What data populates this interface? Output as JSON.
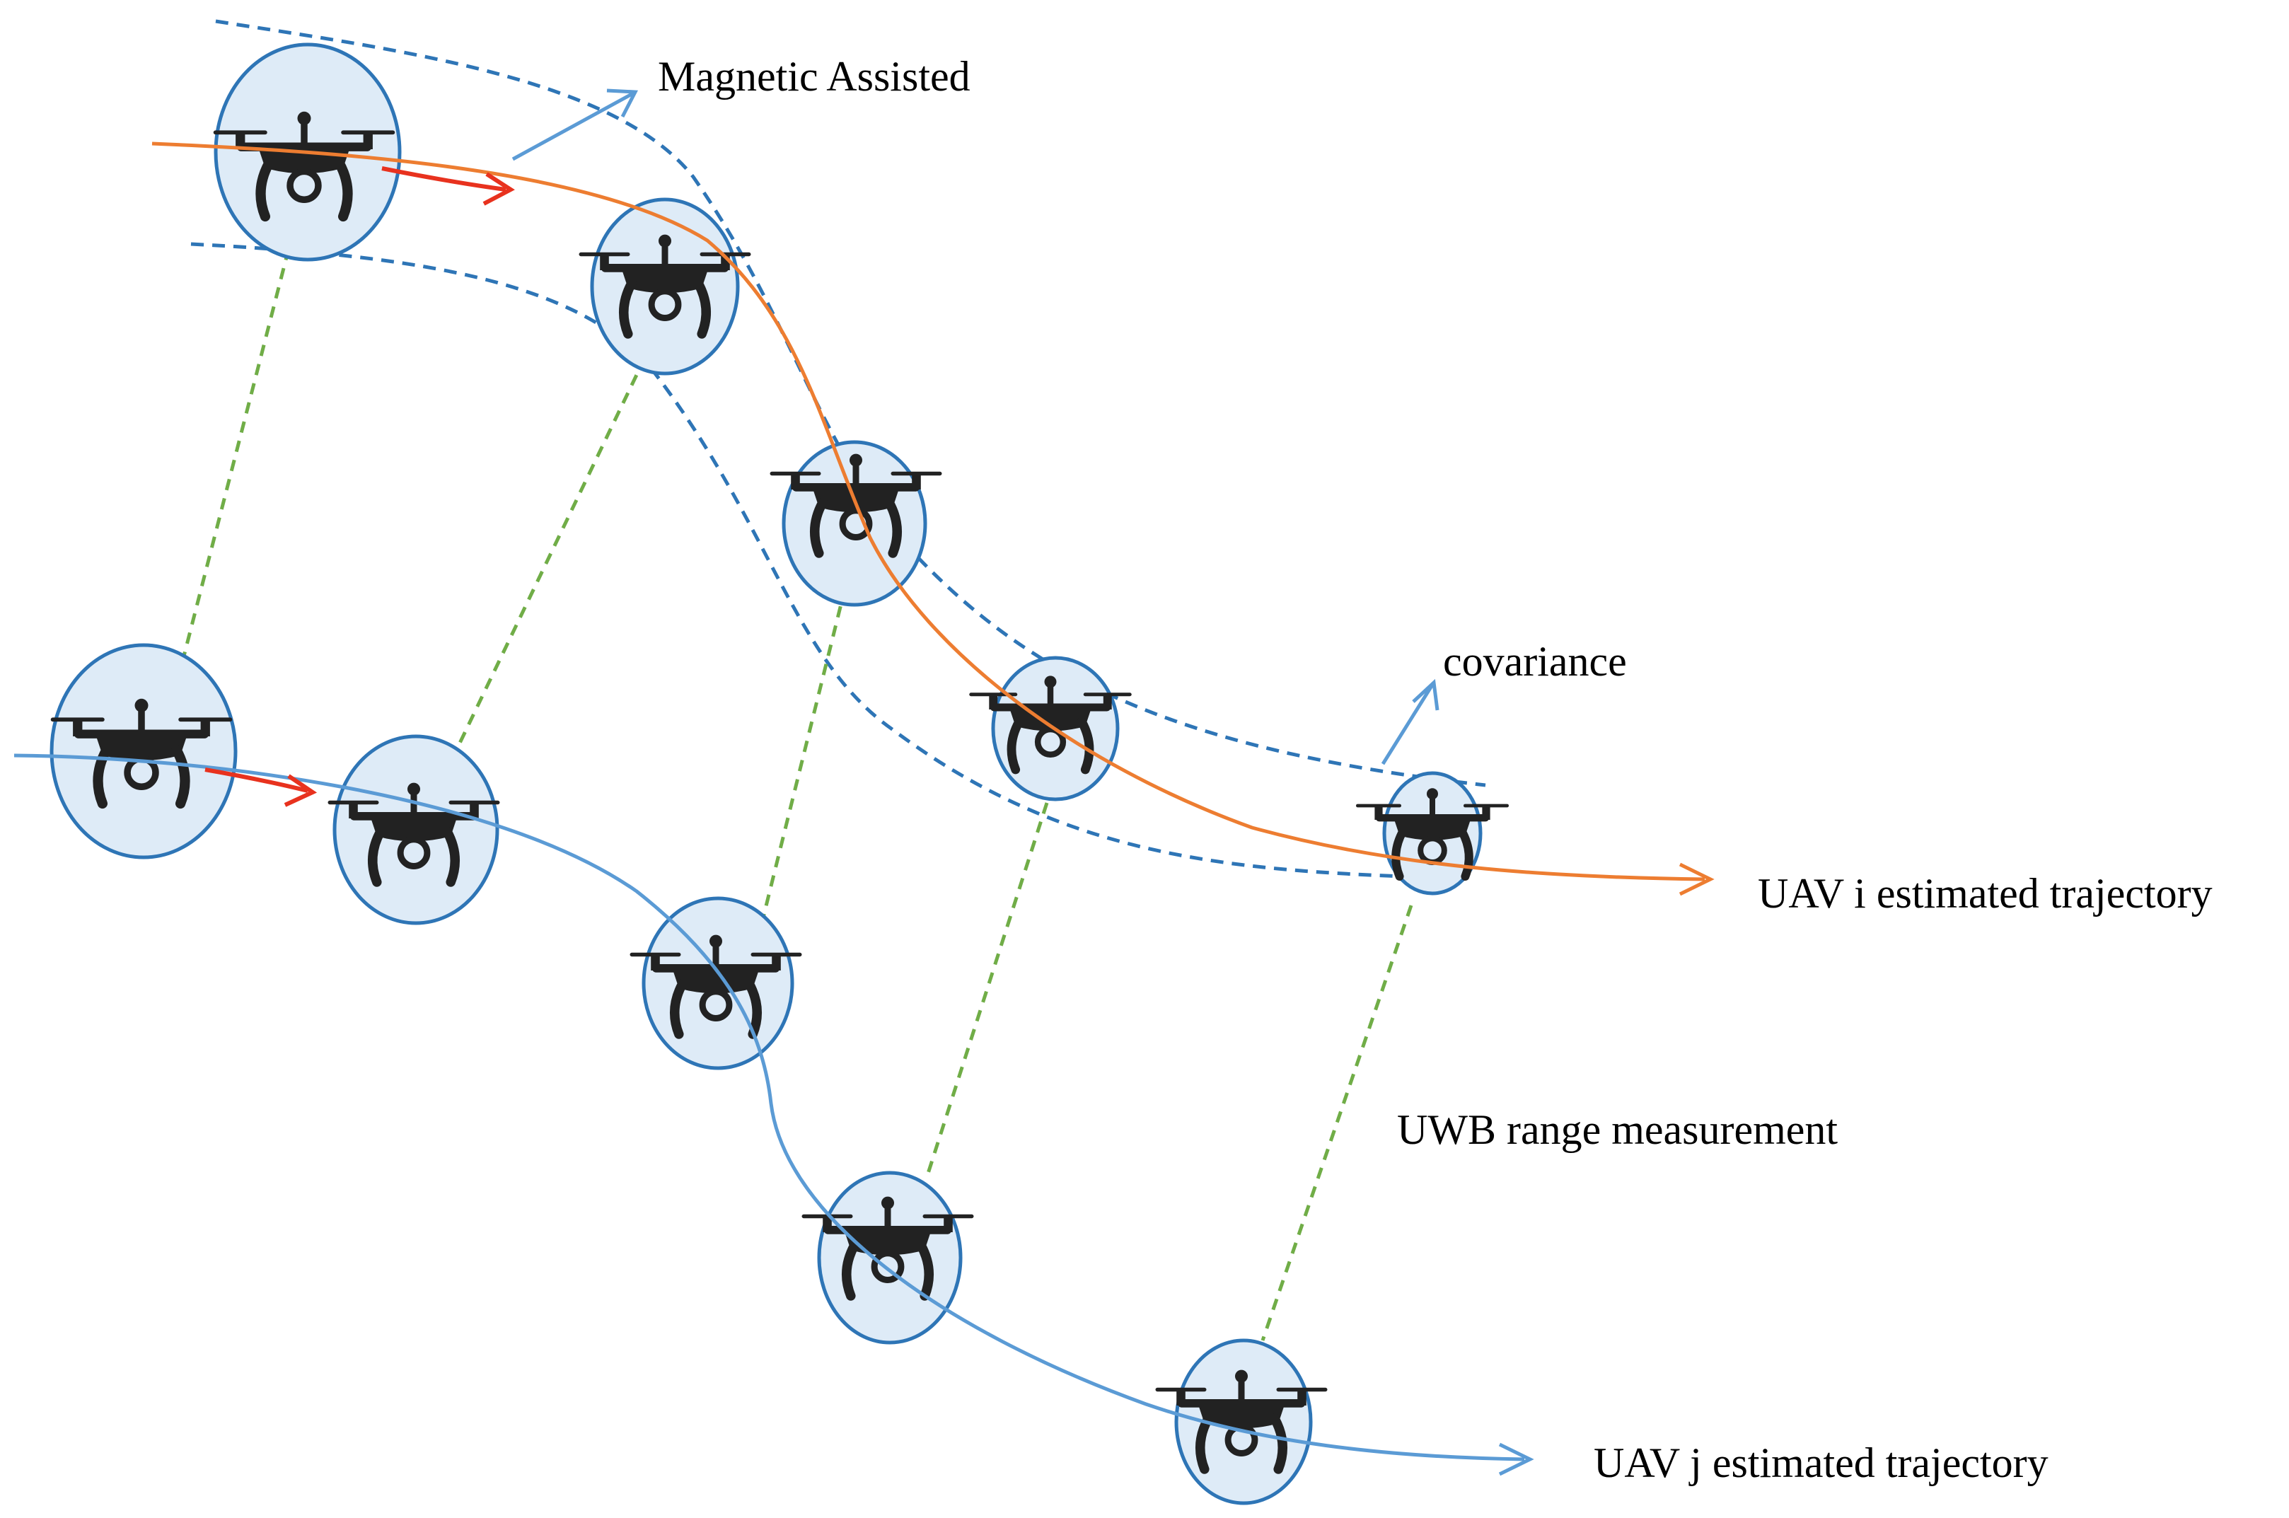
{
  "labels": {
    "magnetic_assisted": "Magnetic Assisted",
    "covariance": "covariance",
    "uav_i_trajectory": "UAV i estimated trajectory",
    "uav_j_trajectory": "UAV j estimated trajectory",
    "uwb_range": "UWB range measurement"
  },
  "colors": {
    "uav_i_path": "#ED7D31",
    "uav_j_path": "#5B9BD5",
    "covariance_boundary": "#2E75B6",
    "ellipse_fill": "#DEEBF7",
    "ellipse_stroke": "#2E75B6",
    "uwb_link": "#70AD47",
    "motion_arrow": "#E8321E",
    "drone_body": "#222222"
  },
  "uav_i_drone_count": 5,
  "uav_j_drone_count": 5,
  "uwb_link_count": 5,
  "icons": [
    "drone-icon",
    "arrowhead-icon"
  ]
}
